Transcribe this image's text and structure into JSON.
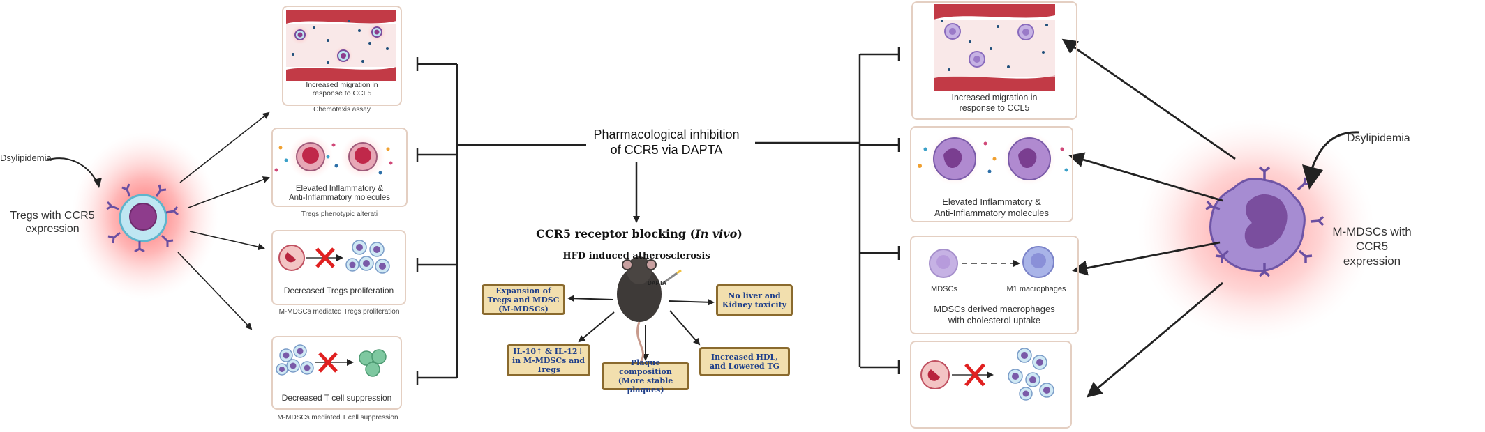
{
  "center": {
    "inhibition_title": "Pharmacological inhibition\nof CCR5 via DAPTA",
    "blocking_title": "CCR5 receptor blocking (",
    "blocking_in_vivo": "In vivo",
    "blocking_close": ")",
    "box_title": "HFD induced atherosclerosis",
    "mouse_label": "DAPTA",
    "outcomes": [
      "Expansion of Tregs and MDSC (M-MDSCs)",
      "No liver and Kidney toxicity",
      "IL-10↑ & IL-12↓ in M-MDSCs and Tregs",
      "Plaque composition (More stable plaques)",
      "Increased HDL, and Lowered TG"
    ]
  },
  "left": {
    "trigger": "Dsylipidemia",
    "cell_label": "Tregs with CCR5\nexpression",
    "panels": [
      {
        "text": "Increased migration in\nresponse to CCL5",
        "caption": "Chemotaxis assay"
      },
      {
        "text": "Elevated Inflammatory &\nAnti-Inflammatory molecules",
        "caption": "Tregs phenotypic alterati"
      },
      {
        "text": "Decreased Tregs proliferation",
        "caption": "M-MDSCs mediated Tregs proliferation"
      },
      {
        "text": "Decreased T cell suppression",
        "caption": "M-MDSCs mediated T cell suppression"
      }
    ]
  },
  "right": {
    "trigger": "Dsylipidemia",
    "cell_label": "M-MDSCs with CCR5\nexpression",
    "panels": [
      {
        "text": "Increased migration in\nresponse to CCL5"
      },
      {
        "text": "Elevated Inflammatory &\nAnti-Inflammatory molecules"
      },
      {
        "text": "MDSCs derived macrophages\nwith cholesterol uptake",
        "left_cell": "MDSCs",
        "right_cell": "M1 macrophages"
      },
      {
        "text": ""
      }
    ]
  },
  "colors": {
    "glow": "#ff6f6f",
    "treg_fill": "#bfe6f2",
    "treg_nucleus": "#8e3c8c",
    "mdsc_fill": "#b59ad6",
    "vessel_red": "#c23a46",
    "box_fill": "#f2dfae",
    "box_border": "#8a6a2e",
    "box_text": "#1f3f8a",
    "center_bg": "#fbf4d8"
  }
}
